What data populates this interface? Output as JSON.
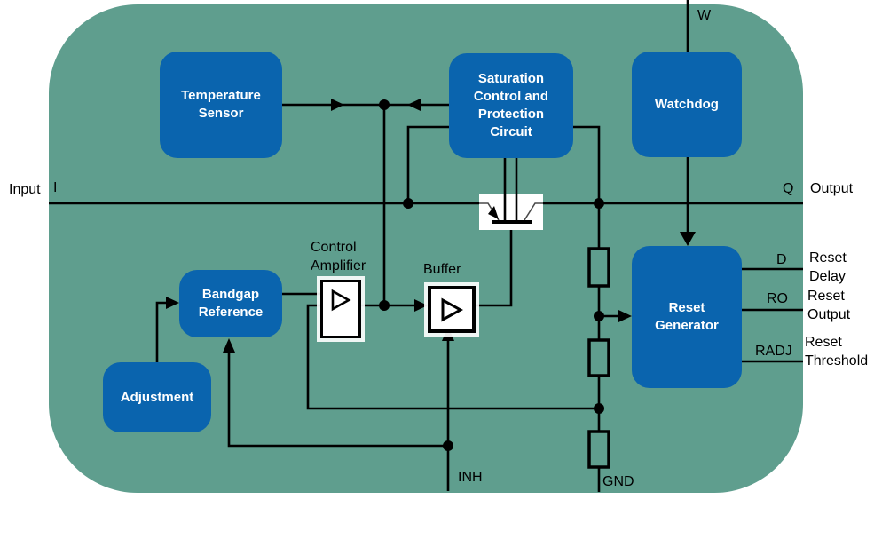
{
  "diagram": {
    "blocks": {
      "temperature_sensor": "Temperature\nSensor",
      "saturation_control": "Saturation\nControl and\nProtection\nCircuit",
      "watchdog": "Watchdog",
      "bandgap_reference": "Bandgap\nReference",
      "adjustment": "Adjustment",
      "reset_generator": "Reset\nGenerator",
      "control_amplifier": "Control\nAmplifier",
      "buffer": "Buffer"
    },
    "pins": {
      "input_name": "Input",
      "input_pin": "I",
      "watchdog_pin": "W",
      "output_pin": "Q",
      "output_name": "Output",
      "reset_delay_pin": "D",
      "reset_delay_name": "Reset\nDelay",
      "reset_output_pin": "RO",
      "reset_output_name": "Reset\nOutput",
      "reset_threshold_pin": "RADJ",
      "reset_threshold_name": "Reset\nThreshold",
      "inhibit_pin": "INH",
      "ground_pin": "GND"
    },
    "colors": {
      "board_green": "#5f9e8e",
      "block_blue": "#0a64ae",
      "block_text": "#ffffff",
      "line_black": "#000000"
    }
  }
}
